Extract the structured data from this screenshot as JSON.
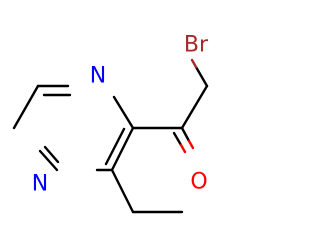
{
  "molecule": {
    "atoms": {
      "bromine": {
        "label": "Br",
        "color": "#a52a2a"
      },
      "oxygen": {
        "label": "O",
        "color": "#ff0000"
      },
      "nitrogen_top": {
        "label": "N",
        "color": "#0000ff"
      },
      "nitrogen_bottom": {
        "label": "N",
        "color": "#0000ff"
      }
    },
    "bond_color": "#000000",
    "background": "#ffffff"
  }
}
